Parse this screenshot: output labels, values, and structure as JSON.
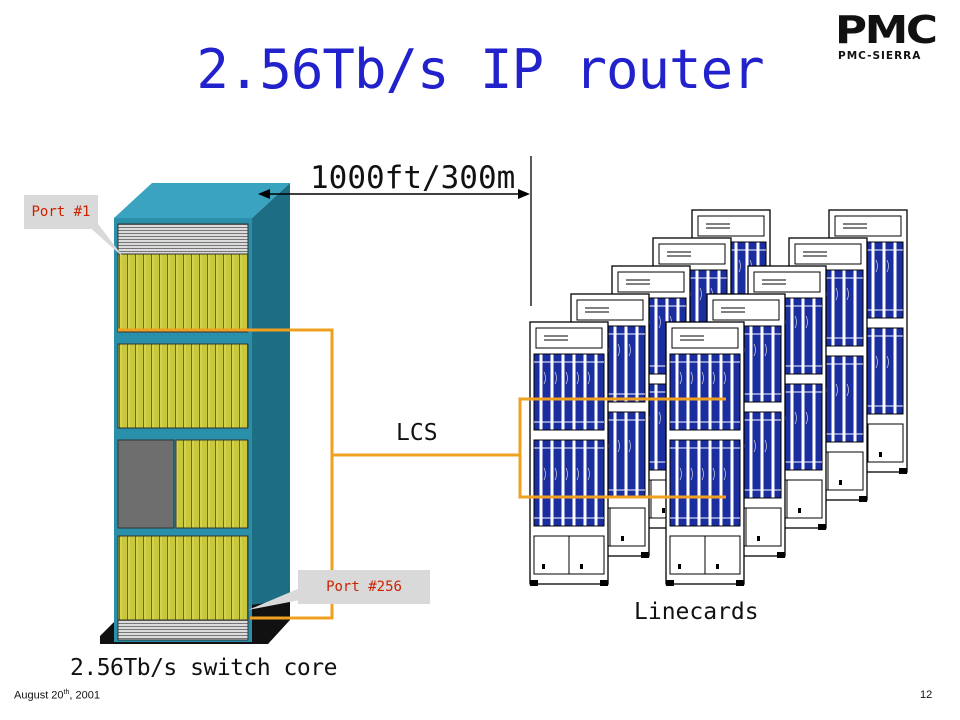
{
  "slide": {
    "title": "2.56Tb/s IP router",
    "logo": {
      "mark": "PMC",
      "subtitle": "PMC-SIERRA"
    },
    "labels": {
      "distance": "1000ft/300m",
      "link": "LCS",
      "linecards": "Linecards",
      "switch_core": "2.56Tb/s switch core"
    },
    "callouts": {
      "first_port": "Port #1",
      "last_port": "Port #256"
    },
    "footer": {
      "date_prefix": "August 20",
      "date_sup": "th",
      "date_suffix": ", 2001",
      "page_number": "12"
    }
  },
  "colors": {
    "title": "#2222cc",
    "rack": "#2a8fa8",
    "card": "#c8c83a",
    "linecard_blue": "#1a2ea0",
    "link": "#f0a020",
    "callout_text": "#cc2200",
    "callout_bg": "#d9d9d9"
  }
}
